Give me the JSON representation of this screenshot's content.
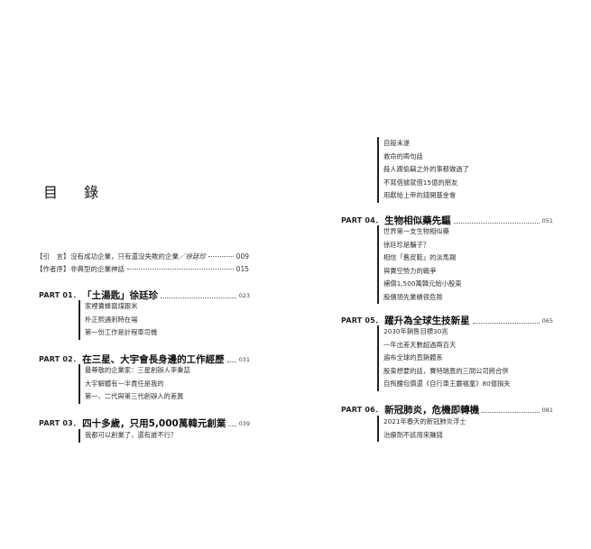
{
  "toc_title": "目 錄",
  "front_matter": [
    {
      "tag": "【引　言】",
      "title": "沒有成功企業，只有還沒失敗的企業",
      "author": "／徐廷珍",
      "page": "009"
    },
    {
      "tag": "【作者序】",
      "title": "非典型的企業神話",
      "author": "",
      "page": "015"
    }
  ],
  "parts": [
    {
      "label": "PART 01．",
      "title": "「土湯匙」徐廷珍",
      "page": "023",
      "subs": [
        "家裡賣蜂窩煤跟米",
        "朴正熙遇刺時在場",
        "第一份工作是計程車司機"
      ]
    },
    {
      "label": "PART 02．",
      "title": "在三星、大宇會長身邊的工作經歷",
      "page": "031",
      "subs": [
        "最尊敬的企業家：三星創辦人李秉喆",
        "大宇解體有一半責任是我的",
        "第一、二代與第三代創辦人的差異"
      ]
    },
    {
      "label": "PART 03．",
      "title": "四十多歲，只用5,000萬韓元創業",
      "page": "039",
      "subs": [
        "我都可以創業了，還有誰不行？"
      ]
    },
    {
      "label": "",
      "title": "",
      "page": "",
      "subs": [
        "自殺未遂",
        "救命的兩句話",
        "殺人跟偷竊之外的事都做過了",
        "不寫借據就借15億的朋友",
        "用獻給上帝的錢開基金會"
      ]
    },
    {
      "label": "PART 04．",
      "title": "生物相似藥先驅",
      "page": "051",
      "subs": [
        "世界第一支生物相似藥",
        "徐廷珍是騙子？",
        "相信「舊皮鞋」的淡馬錫",
        "與賣空勢力的戰爭",
        "補償1,500萬韓元給小股東",
        "股價領先業績很危險"
      ]
    },
    {
      "label": "PART 05．",
      "title": "躍升為全球生技新星",
      "page": "065",
      "subs": [
        "2030年銷售目標30兆",
        "一年出差天數超過兩百天",
        "遍布全球的直銷體系",
        "股東想要的話，賽特瑞恩的三間公司將合併",
        "自掏腰包償還《自行車王嚴福童》80億損失"
      ]
    },
    {
      "label": "PART 06．",
      "title": "新冠肺炎，危機即轉機",
      "page": "081",
      "subs": [
        "2021年春天的新冠肺炎浮士",
        "治療劑不該用來賺錢"
      ]
    }
  ]
}
